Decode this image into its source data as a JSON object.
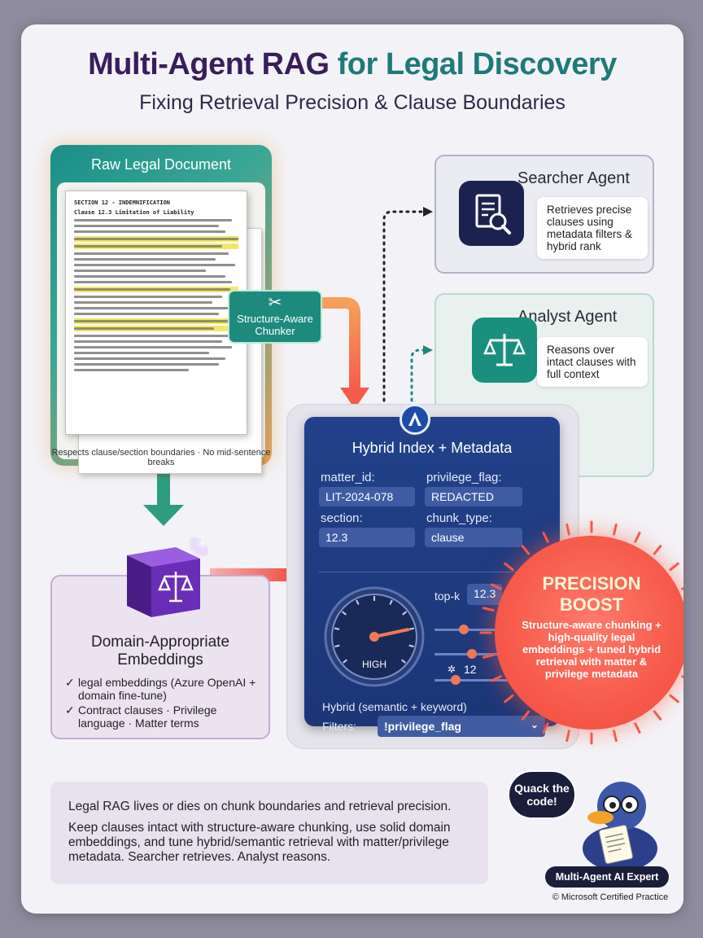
{
  "title": {
    "part1": "Multi-Agent RAG",
    "part2": "for Legal Discovery"
  },
  "subtitle": "Fixing Retrieval Precision & Clause Boundaries",
  "raw_document": {
    "title": "Raw Legal Document",
    "doc_heading_1": "SECTION 12 - INDEMNIFICATION",
    "doc_heading_2": "Clause 12.3 Limitation of Liability",
    "note": "Respects clause/section boundaries · No mid-sentence breaks"
  },
  "chunker": {
    "label": "Structure-Aware Chunker",
    "icon": "scissors-icon"
  },
  "searcher_agent": {
    "title": "Searcher Agent",
    "description": "Retrieves precise clauses using metadata filters & hybrid rank",
    "icon": "document-search-icon"
  },
  "analyst_agent": {
    "title": "Analyst Agent",
    "description": "Reasons over intact clauses with full context",
    "icon": "scales-icon"
  },
  "embeddings": {
    "title": "Domain-Appropriate Embeddings",
    "items": [
      "legal embeddings (Azure OpenAI + domain fine-tune)",
      "Contract clauses · Privilege language · Matter terms"
    ]
  },
  "hybrid_index": {
    "title": "Hybrid Index + Metadata",
    "fields": {
      "matter_id_label": "matter_id:",
      "matter_id_value": "LIT-2024-078",
      "privilege_flag_label": "privilege_flag:",
      "privilege_flag_value": "REDACTED",
      "section_label": "section:",
      "section_value": "12.3",
      "chunk_type_label": "chunk_type:",
      "chunk_type_value": "clause"
    },
    "gauge_label": "HIGH",
    "gauge_level": 0.8,
    "topk_label": "top-k",
    "topk_value": "12.3",
    "slider_levels": [
      0.3,
      0.38,
      0.22
    ],
    "secondary_value": "12",
    "mode": "Hybrid (semantic + keyword)",
    "filters_label": "Filters:",
    "filters_value": "!privilege_flag"
  },
  "precision_boost": {
    "title_line1": "PRECISION",
    "title_line2": "BOOST",
    "description": "Structure-aware chunking + high-quality legal embeddings + tuned hybrid retrieval with matter & privilege metadata"
  },
  "summary": {
    "line1": "Legal RAG lives or dies on chunk boundaries and retrieval precision.",
    "line2": "Keep clauses intact with structure-aware chunking, use solid domain embeddings, and tune hybrid/semantic retrieval with matter/privilege metadata. Searcher retrieves. Analyst reasons."
  },
  "mascot": {
    "speech": "Quack the code!",
    "badge": "Multi-Agent AI Expert",
    "copyright": "© Microsoft Certified Practice"
  },
  "colors": {
    "title_primary": "#3a1d5c",
    "title_accent": "#1e7a78",
    "teal": "#1e8a7e",
    "navy": "#1c3676",
    "coral": "#f65a4a",
    "purple": "#7a3fb8"
  }
}
